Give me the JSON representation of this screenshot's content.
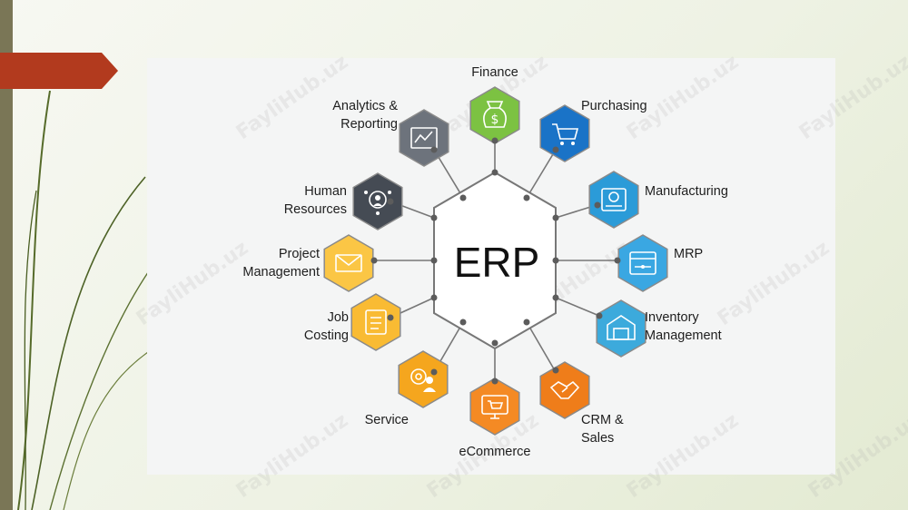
{
  "center": {
    "label": "ERP"
  },
  "modules": [
    {
      "id": "finance",
      "lines": [
        "Finance"
      ],
      "color": "#7cc242",
      "icon": "money-bag-icon"
    },
    {
      "id": "purchasing",
      "lines": [
        "Purchasing"
      ],
      "color": "#1a73c7",
      "icon": "cart-icon"
    },
    {
      "id": "manufacturing",
      "lines": [
        "Manufacturing"
      ],
      "color": "#2b9bd8",
      "icon": "factory-icon"
    },
    {
      "id": "mrp",
      "lines": [
        "MRP"
      ],
      "color": "#3aa7e2",
      "icon": "window-icon"
    },
    {
      "id": "inventory",
      "lines": [
        "Inventory",
        "Management"
      ],
      "color": "#3caadc",
      "icon": "warehouse-icon"
    },
    {
      "id": "crm",
      "lines": [
        "CRM &",
        "Sales"
      ],
      "color": "#ef7d1a",
      "icon": "handshake-icon"
    },
    {
      "id": "ecommerce",
      "lines": [
        "eCommerce"
      ],
      "color": "#f48a24",
      "icon": "monitor-cart-icon"
    },
    {
      "id": "service",
      "lines": [
        "Service"
      ],
      "color": "#f5a61e",
      "icon": "gear-person-icon"
    },
    {
      "id": "job-costing",
      "lines": [
        "Job",
        "Costing"
      ],
      "color": "#f9bb33",
      "icon": "clipboard-icon"
    },
    {
      "id": "project-management",
      "lines": [
        "Project",
        "Management"
      ],
      "color": "#fbc645",
      "icon": "envelope-icon"
    },
    {
      "id": "human-resources",
      "lines": [
        "Human",
        "Resources"
      ],
      "color": "#454b54",
      "icon": "network-person-icon"
    },
    {
      "id": "analytics",
      "lines": [
        "Analytics &",
        "Reporting"
      ],
      "color": "#6d737c",
      "icon": "chart-board-icon"
    }
  ],
  "watermark": "FayliHub.uz",
  "colors": {
    "connector": "#777777",
    "hex_border": "#7a7a7a",
    "ribbon": "#b23a1e"
  }
}
